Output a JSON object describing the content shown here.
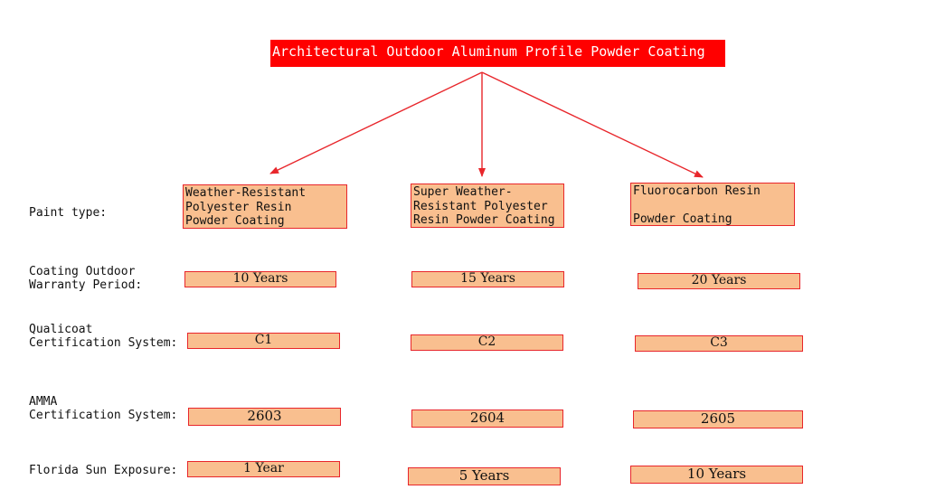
{
  "title": "Architectural Outdoor Aluminum Profile Powder Coating",
  "row_labels": {
    "paint_type": "Paint type:",
    "warranty": "Coating Outdoor\nWarranty Period:",
    "qualicoat": "Qualicoat\nCertification System:",
    "amma": "AMMA\nCertification System:",
    "florida": "Florida Sun Exposure:"
  },
  "columns": [
    {
      "paint_type": "Weather-Resistant\nPolyester Resin\nPowder Coating",
      "warranty": "10 Years",
      "qualicoat": "C1",
      "amma": "2603",
      "florida": "1 Year"
    },
    {
      "paint_type": "Super Weather-\nResistant Polyester\nResin Powder Coating",
      "warranty": "15 Years",
      "qualicoat": "C2",
      "amma": "2604",
      "florida": "5 Years"
    },
    {
      "paint_type": "Fluorocarbon Resin\n\nPowder Coating",
      "warranty": "20 Years",
      "qualicoat": "C3",
      "amma": "2605",
      "florida": "10 Years"
    }
  ],
  "colors": {
    "title_bg": "#ff0000",
    "box_fill": "#f9bf8f",
    "box_border": "#e8262b",
    "arrow": "#e8262b"
  }
}
